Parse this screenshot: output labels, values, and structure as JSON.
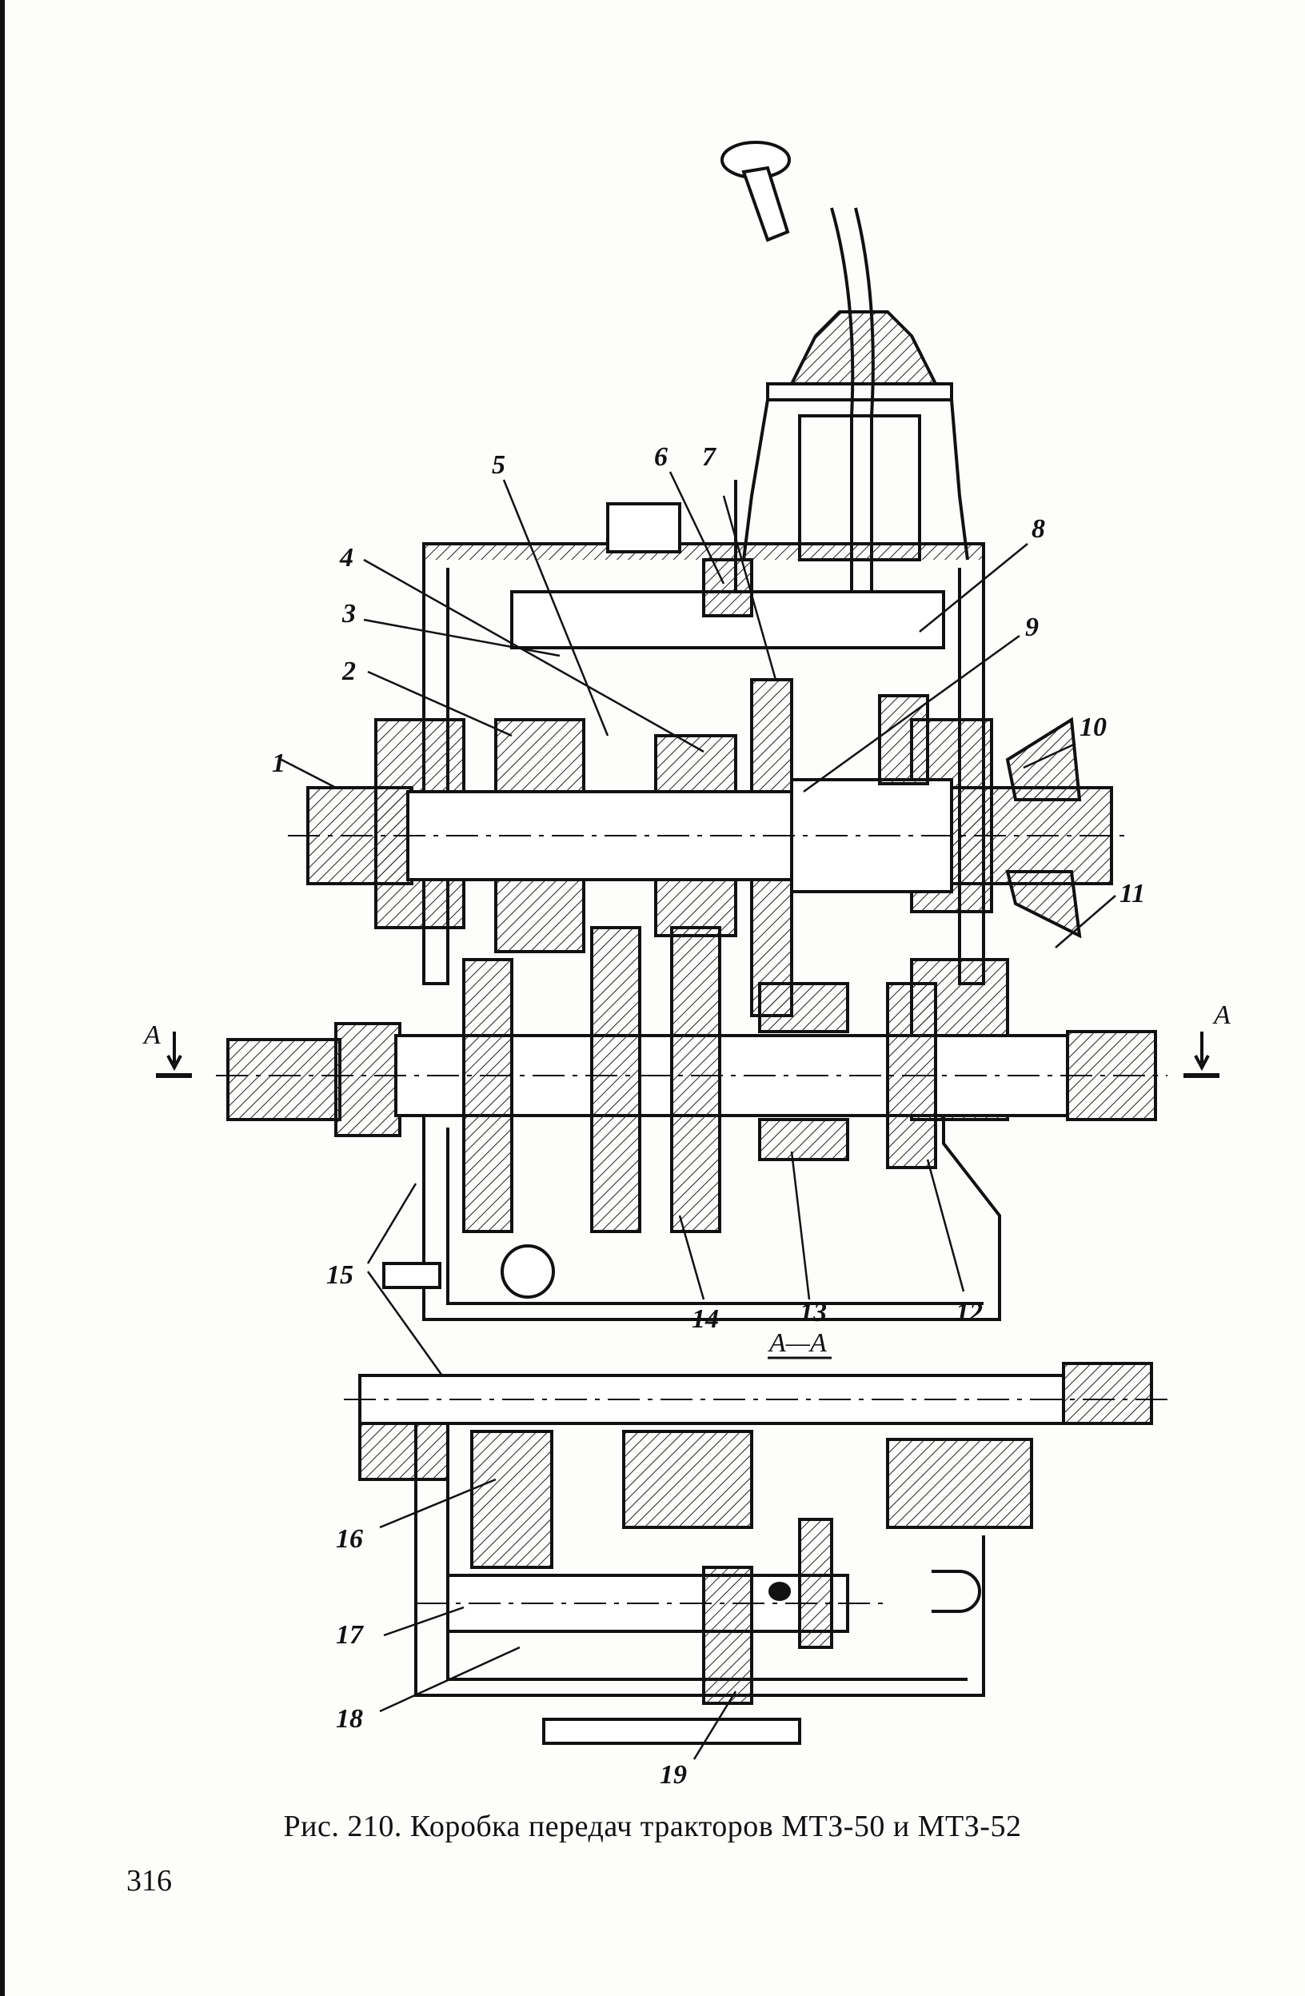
{
  "figure": {
    "caption": "Рис. 210. Коробка передач тракторов МТЗ-50 и МТЗ-52",
    "page_number": "316",
    "section_label": "А—А",
    "section_marks": [
      "А",
      "А"
    ],
    "callouts": [
      "1",
      "2",
      "3",
      "4",
      "5",
      "6",
      "7",
      "8",
      "9",
      "10",
      "11",
      "12",
      "13",
      "14",
      "15",
      "16",
      "17",
      "18",
      "19"
    ]
  }
}
